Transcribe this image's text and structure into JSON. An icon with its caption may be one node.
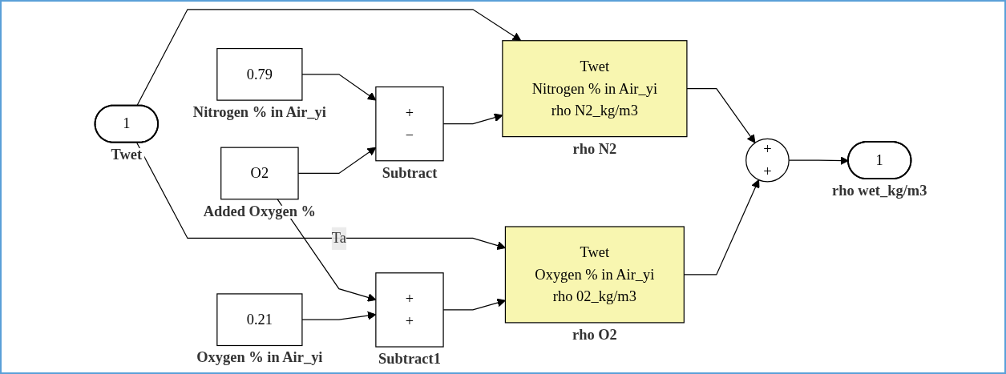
{
  "diagram": {
    "nodes": [
      {
        "text": [
          "1"
        ],
        "beside": [
          "Twet"
        ]
      },
      {
        "text": [
          "0.79"
        ],
        "beside": [
          "Nitrogen % in Air_yi"
        ]
      },
      {
        "text": [
          "O2"
        ],
        "beside": [
          "Added Oxygen %"
        ]
      },
      {
        "text": [
          "0.21"
        ],
        "beside": [
          "Oxygen % in Air_yi"
        ]
      },
      {
        "text": [
          "+",
          "−"
        ],
        "beside": [
          "Subtract"
        ]
      },
      {
        "text": [
          "+",
          "+"
        ],
        "beside": [
          "Subtract1"
        ]
      },
      {
        "text": [
          "Twet",
          "Nitrogen % in Air_yi",
          "rho N2_kg/m3"
        ],
        "beside": [
          "rho N2"
        ]
      },
      {
        "text": [
          "Twet",
          "Oxygen % in Air_yi",
          "rho 02_kg/m3"
        ],
        "beside": [
          "rho O2"
        ]
      },
      {
        "text": [
          "+",
          "+"
        ]
      },
      {
        "text": [
          "1"
        ],
        "beside": [
          "rho wet_kg/m3"
        ]
      }
    ],
    "edges": [
      {
        "from": 0,
        "to": 6,
        "arrow": "to"
      },
      {
        "from": 0,
        "to": 7,
        "arrow": "to",
        "label": "Ta"
      },
      {
        "from": 1,
        "to": 4,
        "arrow": "to"
      },
      {
        "from": 2,
        "to": 4,
        "arrow": "to"
      },
      {
        "from": 2,
        "to": 5,
        "arrow": "to"
      },
      {
        "from": 3,
        "to": 5,
        "arrow": "to"
      },
      {
        "from": 4,
        "to": 6,
        "arrow": "to"
      },
      {
        "from": 5,
        "to": 7,
        "arrow": "to"
      },
      {
        "from": 6,
        "to": 8,
        "arrow": "to"
      },
      {
        "from": 7,
        "to": 8,
        "arrow": "to"
      },
      {
        "from": 8,
        "to": 9,
        "arrow": "to"
      }
    ]
  }
}
